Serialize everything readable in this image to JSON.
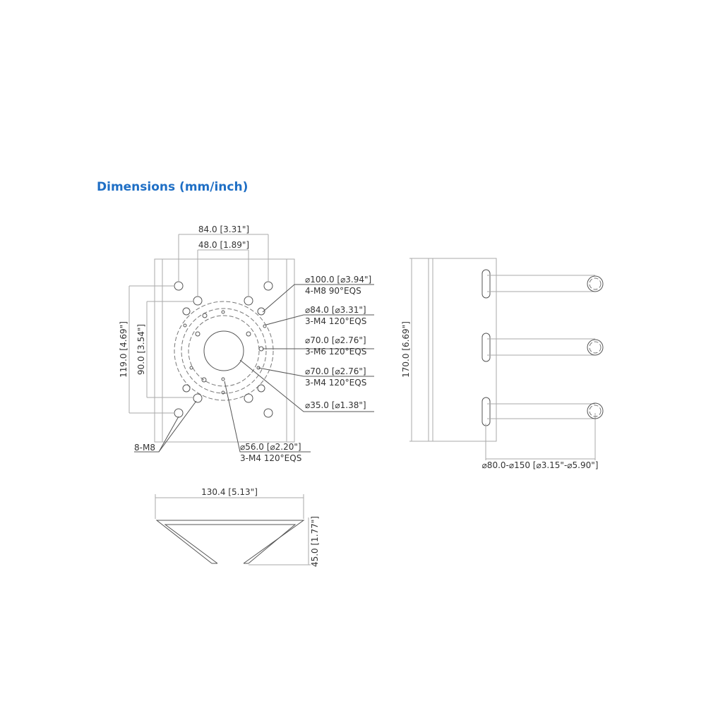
{
  "title": "Dimensions (mm/inch)",
  "front_view": {
    "dim_top_outer": "84.0 [3.31\"]",
    "dim_top_inner": "48.0 [1.89\"]",
    "dim_left_outer": "119.0 [4.69\"]",
    "dim_left_inner": "90.0 [3.54\"]",
    "callouts": [
      {
        "line1": "⌀100.0 [⌀3.94\"]",
        "line2": "4-M8 90°EQS"
      },
      {
        "line1": "⌀84.0 [⌀3.31\"]",
        "line2": "3-M4 120°EQS"
      },
      {
        "line1": "⌀70.0 [⌀2.76\"]",
        "line2": "3-M6 120°EQS"
      },
      {
        "line1": "⌀70.0 [⌀2.76\"]",
        "line2": "3-M4 120°EQS"
      },
      {
        "line1": "⌀35.0 [⌀1.38\"]"
      }
    ],
    "bottom_left_label": "8-M8",
    "bottom_callout": {
      "line1": "⌀56.0 [⌀2.20\"]",
      "line2": "3-M4 120°EQS"
    }
  },
  "side_view": {
    "dim_height": "170.0 [6.69\"]",
    "dim_pole": "⌀80.0-⌀150 [⌀3.15\"-⌀5.90\"]"
  },
  "bottom_view": {
    "dim_width": "130.4 [5.13\"]",
    "dim_height": "45.0 [1.77\"]"
  }
}
